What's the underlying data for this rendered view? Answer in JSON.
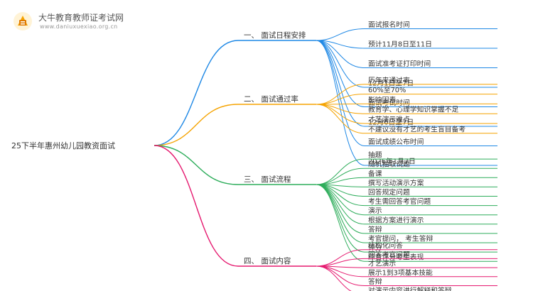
{
  "watermark": {
    "name": "大牛教育教师证考试网",
    "url": "www.daniuxuexiao.org.cn"
  },
  "mindmap": {
    "root": "25下半年惠州幼儿园教资面试",
    "branches": [
      {
        "label": "一、 面试日程安排",
        "color": "#1E88E5",
        "leaves": [
          "面试报名时间",
          "预计11月8日至11日",
          "面试准考证打印时间",
          "12月1日至7日",
          "面试考试时间",
          "12月6日至7日",
          "面试成绩公布时间",
          "2026年1月7日"
        ]
      },
      {
        "label": "二、 面试通过率",
        "color": "#F5A300",
        "leaves": [
          "历年来通过率",
          "60%至70%",
          "影响因素",
          "教育学、心理学知识掌握不足",
          "才艺演示难点",
          "不建议没有才艺的考生盲目备考"
        ]
      },
      {
        "label": "三、 面试流程",
        "color": "#2EAD5B",
        "leaves": [
          "抽题",
          "随机抽取试题",
          "备课",
          "撰写活动演示方案",
          "回答规定问题",
          "考生需回答考官问题",
          "演示",
          "根据方案进行演示",
          "答辩",
          "考官提问， 考生答辩",
          "评分",
          "综合评分考生表现"
        ]
      },
      {
        "label": "四、 面试内容",
        "color": "#E5196F",
        "leaves": [
          "结构化问答",
          "回答考官问题",
          "才艺演示",
          "展示1到3项基本技能",
          "答辩",
          "对演示内容进行解释和答辩"
        ]
      }
    ]
  }
}
